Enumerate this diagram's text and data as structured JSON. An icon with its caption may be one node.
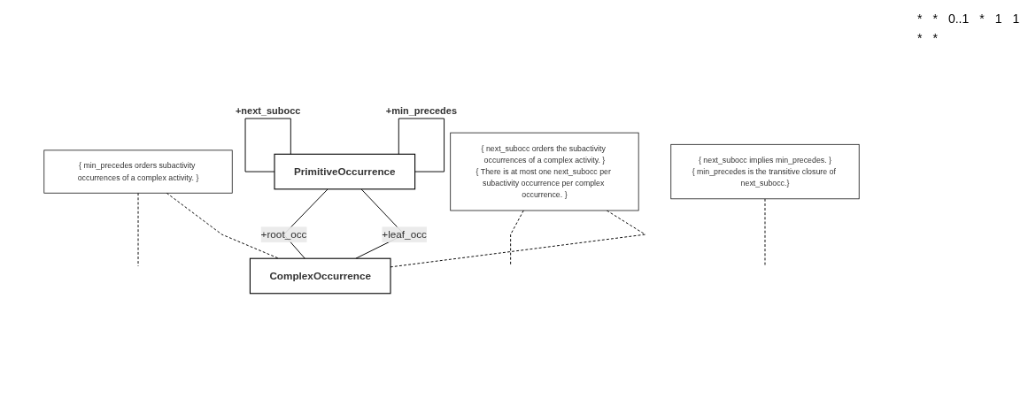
{
  "diagram": {
    "nodes": [
      {
        "text": [
          "PrimitiveOccurrence"
        ]
      },
      {
        "text": [
          "ComplexOccurrence"
        ]
      },
      {
        "text": [
          "{ min_precedes orders subactivity occurrences of a complex activity. }"
        ]
      },
      {
        "text": [
          "{ next_subocc implies min_precedes. }",
          "{ min_precedes is the transitive closure of next_subocc.}"
        ]
      },
      {
        "text": [
          "{ next_subocc orders the subactivity occurrences of a complex activity. }",
          "{ There is at most one next_subocc per subactivity occurrence per complex occurrence. }"
        ]
      }
    ],
    "edges": [
      {
        "from": 0,
        "to": 0,
        "arrow": "none",
        "label": "+next_subocc"
      },
      {
        "from": 0,
        "to": 0,
        "arrow": "none",
        "label": "+min_precedes"
      },
      {
        "from": 0,
        "to": 1,
        "arrow": "none",
        "label": "+root_occ"
      },
      {
        "from": 0,
        "to": 1,
        "arrow": "none",
        "label": "+leaf_occ"
      },
      {
        "from": 2,
        "to": null,
        "arrow": "none",
        "style": "dashed"
      },
      {
        "from": 2,
        "to": 1,
        "arrow": "none",
        "style": "dashed"
      },
      {
        "from": 3,
        "to": null,
        "arrow": "none",
        "style": "dashed"
      },
      {
        "from": 4,
        "to": null,
        "arrow": "none",
        "style": "dashed"
      },
      {
        "from": 4,
        "to": 1,
        "arrow": "none",
        "style": "dashed"
      }
    ],
    "labels": [
      "*",
      "*",
      "0..1",
      "*",
      "1",
      "1",
      "*",
      "*"
    ]
  }
}
